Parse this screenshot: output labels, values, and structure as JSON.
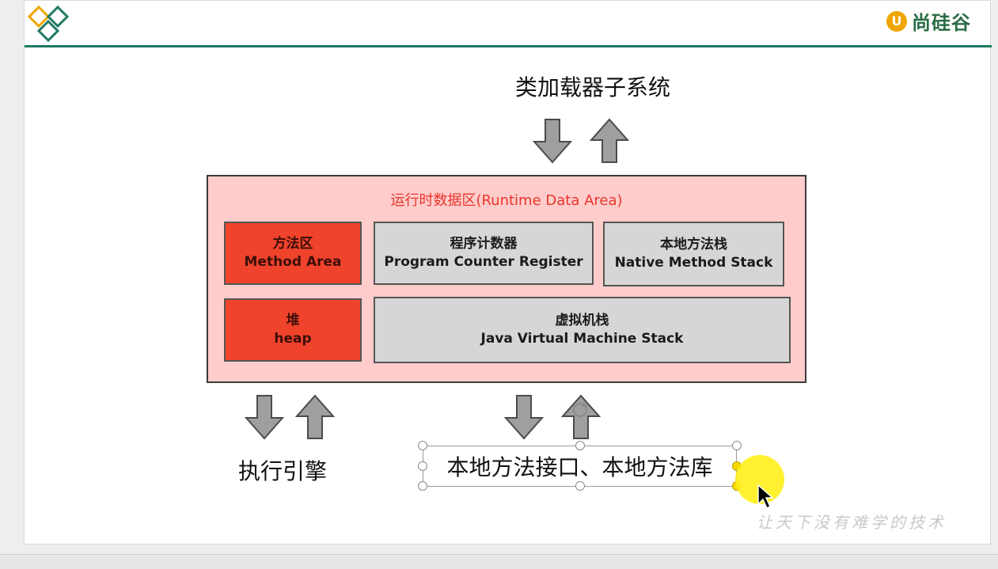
{
  "header": {
    "brand_mark": "U",
    "brand_text": "尚硅谷",
    "accent_color": "#1f7a63",
    "logo_icon": "diamonds-logo-icon"
  },
  "diagram": {
    "top_label": "类加载器子系统",
    "runtime_area": {
      "title": "运行时数据区(Runtime Data Area)",
      "fill_color": "#ffcccc",
      "boxes": [
        {
          "zh": "方法区",
          "en": "Method Area",
          "color": "#f0432c"
        },
        {
          "zh": "程序计数器",
          "en": "Program Counter Register",
          "color": "#d6d6d6"
        },
        {
          "zh": "本地方法栈",
          "en": "Native Method Stack",
          "color": "#d6d6d6"
        },
        {
          "zh": "堆",
          "en": "heap",
          "color": "#f0432c"
        },
        {
          "zh": "虚拟机栈",
          "en": "Java Virtual Machine Stack",
          "color": "#d6d6d6"
        }
      ]
    },
    "bottom_left_label": "执行引擎",
    "bottom_right_label": "本地方法接口、本地方法库"
  },
  "watermark": "让天下没有难学的技术"
}
